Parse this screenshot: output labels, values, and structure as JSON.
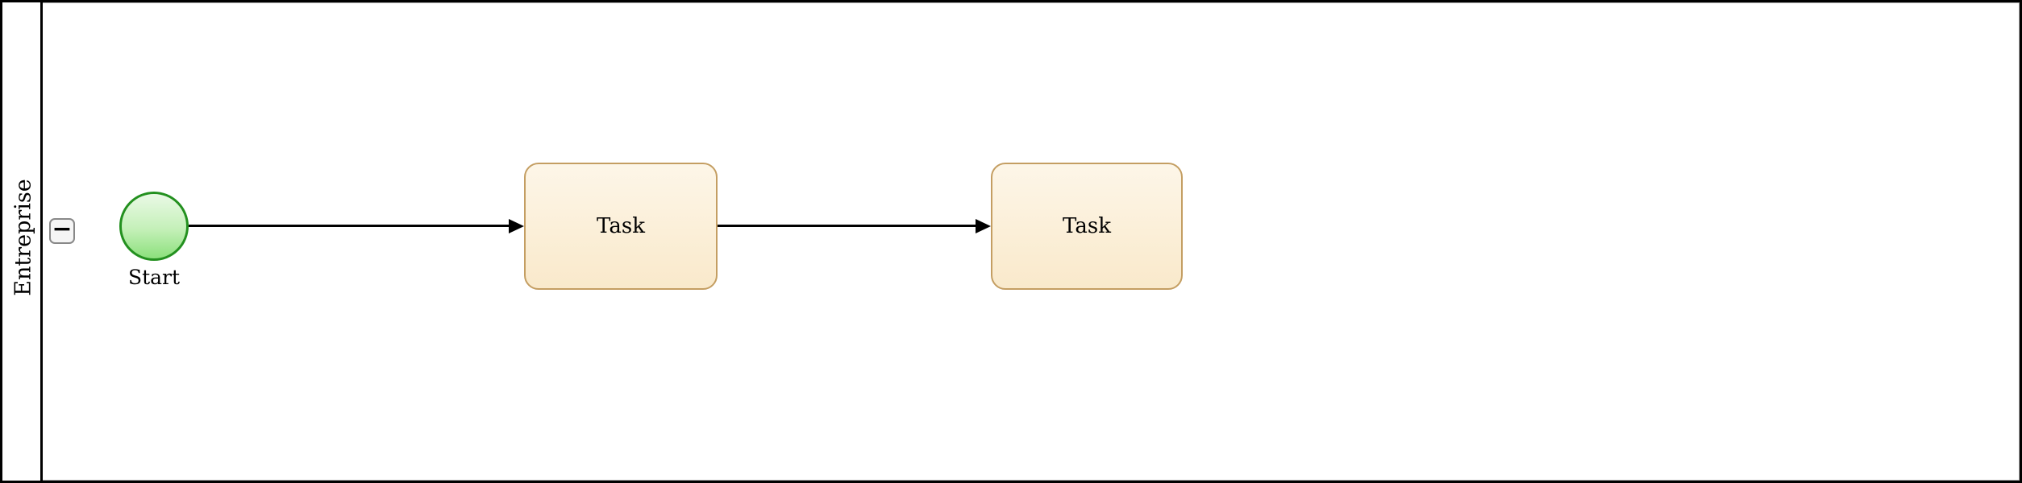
{
  "diagram": {
    "type": "bpmn-process",
    "pool": {
      "label": "Entreprise",
      "collapse_button": "−",
      "collapsed": false
    },
    "nodes": [
      {
        "id": "start",
        "type": "start-event",
        "shape": "circle",
        "label": "Start"
      },
      {
        "id": "task-1",
        "type": "task",
        "shape": "rounded-rectangle",
        "label": "Task"
      },
      {
        "id": "task-2",
        "type": "task",
        "shape": "rounded-rectangle",
        "label": "Task"
      }
    ],
    "edges": [
      {
        "from": "start",
        "to": "task-1",
        "type": "sequence-flow",
        "arrowhead": "filled-triangle"
      },
      {
        "from": "task-1",
        "to": "task-2",
        "type": "sequence-flow",
        "arrowhead": "filled-triangle"
      }
    ],
    "colors": {
      "pool_border": "#000000",
      "lane_inner_border": "#aaaaaa",
      "start_border": "#23901f",
      "start_fill_top": "#eaf9e6",
      "start_fill_bottom": "#8ce07c",
      "task_border": "#c49e62",
      "task_fill_top": "#fdf6e8",
      "task_fill_bottom": "#f9e9cb",
      "edge": "#000000",
      "button_fill": "#f5f5f5",
      "button_border": "#888888",
      "background": "#ffffff"
    }
  }
}
